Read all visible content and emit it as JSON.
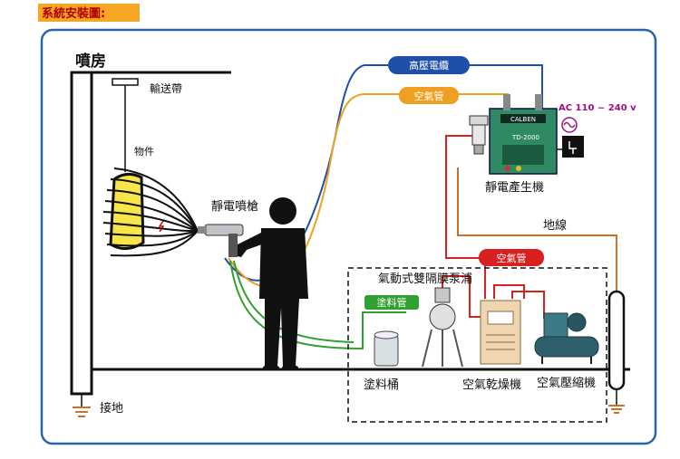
{
  "title": "系統安裝圖:",
  "labels": {
    "booth": "噴房",
    "conveyor": "輸送帶",
    "workpiece": "物件",
    "gun": "靜電噴槍",
    "generator": "靜電產生機",
    "ground_wire": "地線",
    "pump": "氣動式雙隔膜泵浦",
    "paint_tank": "塗料桶",
    "dryer": "空氣乾燥機",
    "compressor": "空氣壓縮機",
    "ground": "接地"
  },
  "pills": {
    "hv_cable": "高壓電纜",
    "air_hose_top": "空氣管",
    "air_hose_red": "空氣管",
    "paint_hose": "塗料管"
  },
  "device": {
    "brand": "CALBEN",
    "model": "TD-2000",
    "power": "AC 110 ~ 240 v"
  },
  "colors": {
    "frame": "#2a64a8",
    "hv_cable": "#1f4fa8",
    "air_hose": "#f0a020",
    "red_hose": "#d82020",
    "paint_hose": "#30a030",
    "title_bg": "#f5a623",
    "power_text": "#a01080"
  }
}
